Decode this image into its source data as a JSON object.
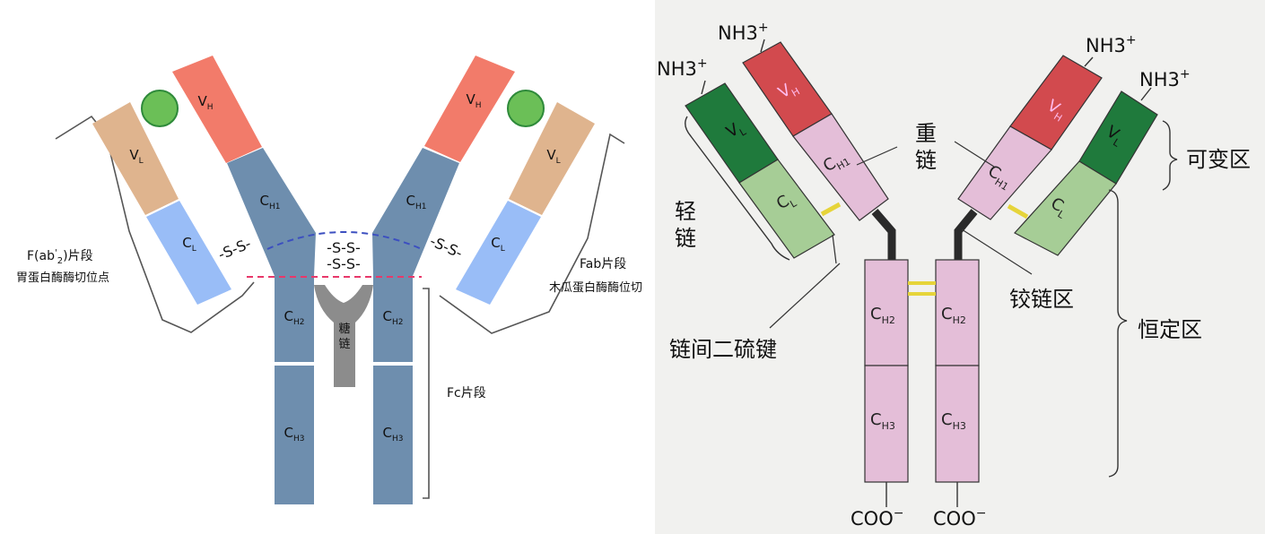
{
  "left": {
    "segments": {
      "vh": "V",
      "vh_sub": "H",
      "vl": "V",
      "vl_sub": "L",
      "cl": "C",
      "cl_sub": "L",
      "ch1": "C",
      "ch1_sub": "H1",
      "ch2": "C",
      "ch2_sub": "H2",
      "ch3": "C",
      "ch3_sub": "H3"
    },
    "disulfide_side": "-S-S-",
    "disulfide_center": [
      "-S-S-",
      "-S-S-"
    ],
    "glycan": "糖链",
    "fab2": {
      "prefix": "F(ab",
      "sup": "'",
      "sub": "2",
      "suffix": ")片段"
    },
    "pepsin": "胃蛋白酶酶切位点",
    "fab": "Fab片段",
    "papain": "木瓜蛋白酶酶位切",
    "fc": "Fc片段",
    "colors": {
      "vh": "#f27b6a",
      "vl": "#dfb48e",
      "cl": "#99bdf7",
      "heavy": "#6e8eae",
      "antigen": "#6bbf57",
      "glycan": "#8c8c8c",
      "pepsin_line": "#e8386a",
      "papain_line": "#3c4fc0"
    }
  },
  "right": {
    "nh3": "NH3",
    "plus": "+",
    "coo": "COO",
    "minus": "−",
    "segments": {
      "vh": "V",
      "vh_sub": "H",
      "vl": "V",
      "vl_sub": "L",
      "cl": "C",
      "cl_sub": "L",
      "ch1": "C",
      "ch1_sub": "H1",
      "ch2": "C",
      "ch2_sub": "H2",
      "ch3": "C",
      "ch3_sub": "H3"
    },
    "heavy_chain": "重\n链",
    "light_chain": "轻\n链",
    "variable": "可变区",
    "constant": "恒定区",
    "hinge": "铰链区",
    "interchain_disulfide": "链间二硫键",
    "colors": {
      "vh": "#d24a4e",
      "vl": "#1f7a3c",
      "cl": "#a6cd96",
      "ch": "#e4bed8",
      "hinge": "#2a2a2a",
      "disulfide": "#e6d43a",
      "paper": "#f1f1ef"
    }
  }
}
